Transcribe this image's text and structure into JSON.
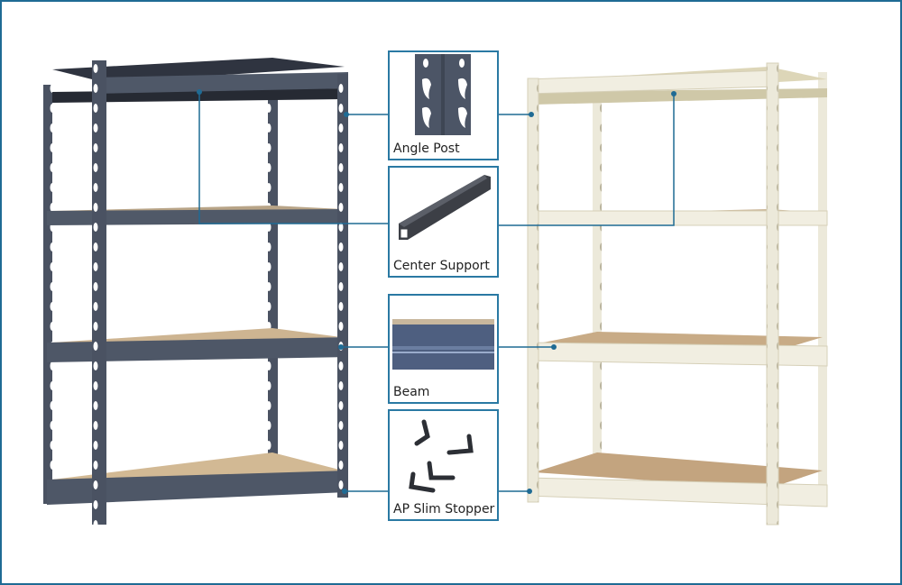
{
  "colors": {
    "frame_border": "#1f6b94",
    "callout_line": "#1f6b94",
    "dark_unit_steel": "#4a5262",
    "light_unit_steel": "#ece9da",
    "board": "#c8ab86"
  },
  "callouts": [
    {
      "label": "Angle Post",
      "icon": "angle-post-photo"
    },
    {
      "label": "Center Support",
      "icon": "center-support-photo"
    },
    {
      "label": "Beam",
      "icon": "beam-photo"
    },
    {
      "label": "AP Slim Stopper",
      "icon": "slim-stopper-photo"
    }
  ]
}
